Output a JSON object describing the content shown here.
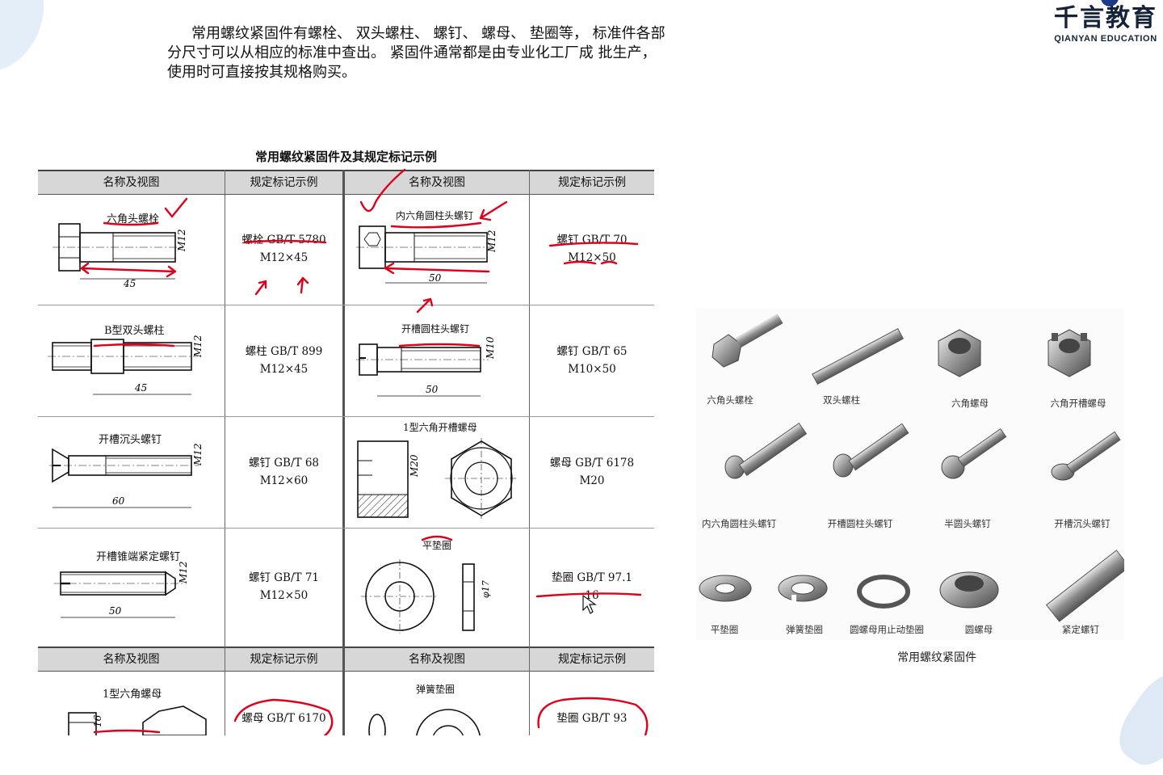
{
  "intro": {
    "line1": "常用螺纹紧固件有螺栓、 双头螺柱、 螺钉、 螺母、 垫圈等， 标准件各部",
    "line2": "分尺寸可以从相应的标准中查出。 紧固件通常都是由专业化工厂成 批生产，",
    "line3": "使用时可直接按其规格购买。"
  },
  "logo": {
    "name": "千言教育",
    "subtitle": "QIANYAN EDUCATION"
  },
  "table": {
    "title": "常用螺纹紧固件及其规定标记示例",
    "headers": {
      "name_view": "名称及视图",
      "marking": "规定标记示例"
    },
    "rows": [
      {
        "left_name": "六角头螺栓",
        "left_dim": "45",
        "left_size": "M12",
        "left_mark1": "螺栓 GB/T 5780",
        "left_mark2": "M12×45",
        "right_name": "内六角圆柱头螺钉",
        "right_dim": "50",
        "right_size": "M12",
        "right_mark1": "螺钉 GB/T 70",
        "right_mark2": "M12×50"
      },
      {
        "left_name": "B型双头螺柱",
        "left_dim": "45",
        "left_size": "M12",
        "left_mark1": "螺柱 GB/T 899",
        "left_mark2": "M12×45",
        "right_name": "开槽圆柱头螺钉",
        "right_dim": "50",
        "right_size": "M10",
        "right_mark1": "螺钉 GB/T 65",
        "right_mark2": "M10×50"
      },
      {
        "left_name": "开槽沉头螺钉",
        "left_dim": "60",
        "left_size": "M12",
        "left_mark1": "螺钉 GB/T 68",
        "left_mark2": "M12×60",
        "right_name": "1型六角开槽螺母",
        "right_size": "M20",
        "right_mark1": "螺母 GB/T 6178",
        "right_mark2": "M20"
      },
      {
        "left_name": "开槽锥端紧定螺钉",
        "left_dim": "50",
        "left_size": "M12",
        "left_mark1": "螺钉 GB/T 71",
        "left_mark2": "M12×50",
        "right_name": "平垫圈",
        "right_size": "φ17",
        "right_mark1": "垫圈 GB/T 97.1",
        "right_mark2": "16"
      },
      {
        "left_name": "1型六角螺母",
        "left_size": "16",
        "left_mark1": "螺母 GB/T 6170",
        "right_name": "弹簧垫圈",
        "right_mark1": "垫圈 GB/T 93"
      }
    ]
  },
  "parts": {
    "items": [
      "六角头螺栓",
      "双头螺柱",
      "六角螺母",
      "六角开槽螺母",
      "内六角圆柱头螺钉",
      "开槽圆柱头螺钉",
      "半圆头螺钉",
      "开槽沉头螺钉",
      "平垫圈",
      "弹簧垫圈",
      "圆螺母用止动垫圈",
      "圆螺母",
      "紧定螺钉"
    ],
    "caption": "常用螺纹紧固件"
  },
  "colors": {
    "annotation": "#e0001b",
    "header_bg": "#d7d7d7",
    "logo": "#15233a"
  }
}
